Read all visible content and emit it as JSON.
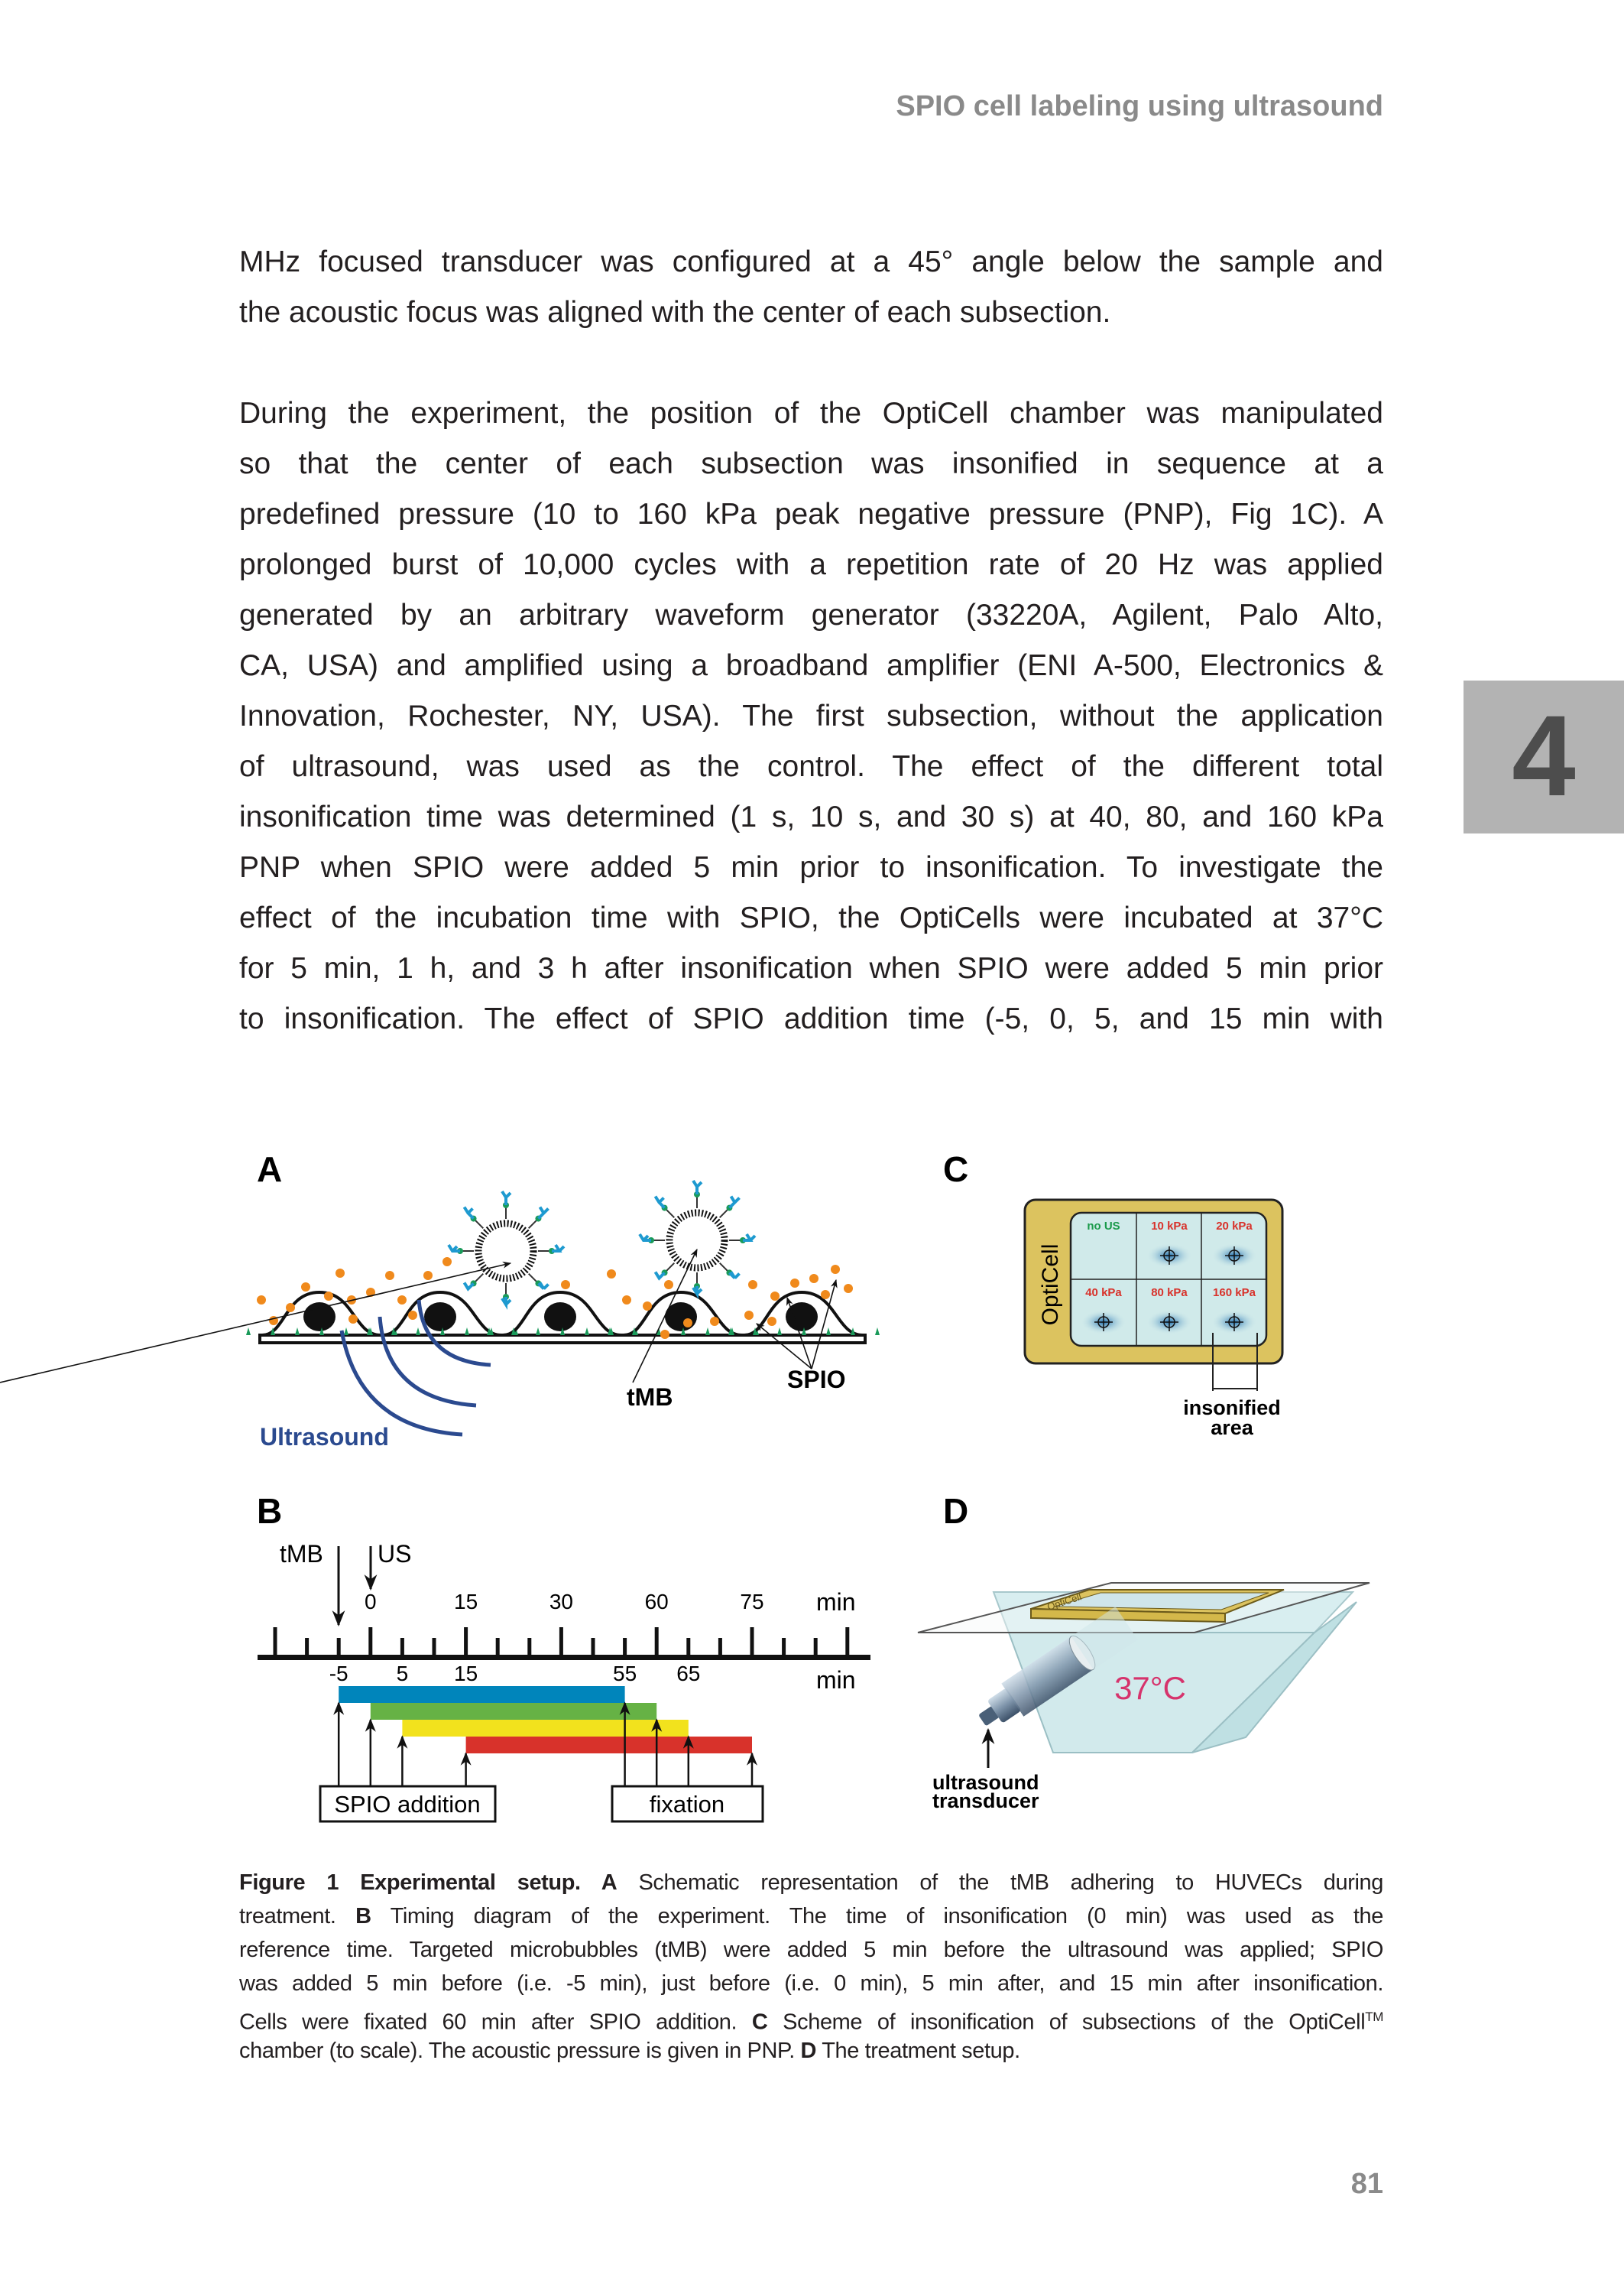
{
  "header": {
    "running_title": "SPIO cell labeling using ultrasound"
  },
  "chapter_tab": "4",
  "body": {
    "paragraph_1": [
      "MHz focused transducer was configured at a 45° angle below the sample and",
      "the acoustic focus was aligned with the center of each subsection."
    ],
    "paragraph_2": [
      "During the experiment, the position of the OptiCell chamber was manipulated",
      "so that the center of each subsection was insonified in sequence at a",
      "predefined pressure (10 to 160 kPa peak negative pressure (PNP), Fig 1C). A",
      "prolonged burst of 10,000 cycles with a repetition rate of 20 Hz was applied",
      "generated by an arbitrary waveform generator (33220A, Agilent, Palo Alto,",
      "CA, USA) and amplified using a broadband amplifier (ENI A-500, Electronics &",
      "Innovation, Rochester, NY, USA). The first subsection, without the application",
      "of ultrasound, was used as the control. The effect of the different total",
      "insonification time was determined (1 s, 10 s, and 30 s) at 40, 80, and 160 kPa",
      "PNP when SPIO were added 5 min prior to insonification. To investigate the",
      "effect of the incubation time with SPIO, the OptiCells were incubated at 37°C",
      "for 5 min, 1 h, and 3 h after insonification when SPIO were added 5 min prior",
      "to insonification. The effect of SPIO addition time (-5, 0, 5, and 15 min with"
    ]
  },
  "figure": {
    "A": {
      "label": "A",
      "ultrasound": "Ultrasound",
      "tmb": "tMB",
      "spio": "SPIO",
      "colors": {
        "ultrasound": "#2b4a8f",
        "spio": "#f08a1c",
        "antibody": "#1e9ad0",
        "ligand": "#1a9a5a"
      }
    },
    "B": {
      "label": "B",
      "tmb": "tMB",
      "us": "US",
      "unit_top": "min",
      "unit_bottom": "min",
      "top_ticks": [
        "0",
        "15",
        "30",
        "60",
        "75"
      ],
      "bottom_ticks": [
        "-5",
        "5",
        "15",
        "55",
        "65"
      ],
      "bars": [
        {
          "start_min": -5,
          "end_min": 55,
          "color": "#0085bb"
        },
        {
          "start_min": 0,
          "end_min": 60,
          "color": "#66b245"
        },
        {
          "start_min": 5,
          "end_min": 65,
          "color": "#f2e21d"
        },
        {
          "start_min": 15,
          "end_min": 75,
          "color": "#d8322b"
        }
      ],
      "spio_addition": "SPIO addition",
      "fixation": "fixation"
    },
    "C": {
      "label": "C",
      "chamber": "OptiCell",
      "cells": [
        "no US",
        "10 kPa",
        "20 kPa",
        "40 kPa",
        "80 kPa",
        "160 kPa"
      ],
      "insonified_area": [
        "insonified",
        "area"
      ],
      "colors": {
        "frame": "#dcc35f",
        "well": "#d0eaea",
        "control": "#1a9a4a",
        "pressure": "#d8322b"
      }
    },
    "D": {
      "label": "D",
      "chamber": "OptiCell",
      "temperature": "37°C",
      "transducer": [
        "ultrasound",
        "transducer"
      ],
      "colors": {
        "temperature": "#d6336c"
      }
    }
  },
  "caption": {
    "l1_bold": "Figure 1 Experimental setup. A",
    "l1": " Schematic representation of the tMB adhering to HUVECs during",
    "l2a": "treatment. ",
    "l2_bold": "B",
    "l2b": " Timing diagram of the experiment. The time of insonification (0 min) was used as the",
    "l3": "reference time. Targeted microbubbles (tMB) were added 5 min before the ultrasound was applied; SPIO",
    "l4": "was added 5 min before (i.e. -5 min), just before (i.e. 0 min), 5 min after, and 15 min after insonification.",
    "l5a": "Cells were fixated 60 min after SPIO addition. ",
    "l5_bold": "C",
    "l5b": " Scheme of insonification of subsections of the OptiCell",
    "l5_sup": "TM",
    "l6a": "chamber (to scale). The acoustic pressure is given in PNP. ",
    "l6_bold": "D",
    "l6b": " The treatment setup."
  },
  "page_number": "81"
}
